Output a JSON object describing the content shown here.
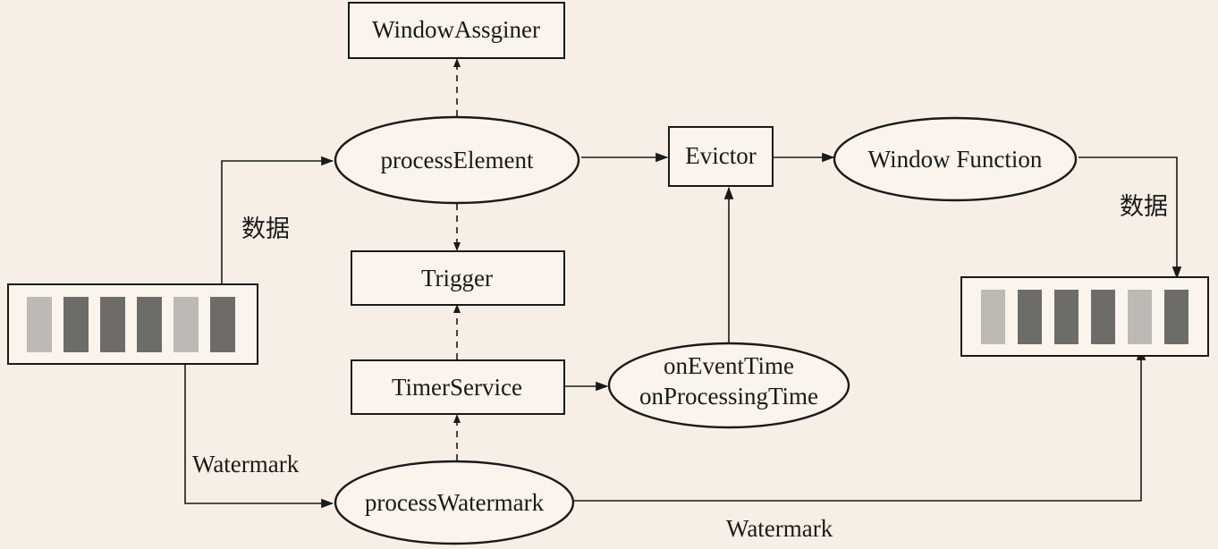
{
  "nodes": {
    "window_assigner": "WindowAssginer",
    "process_element": "processElement",
    "evictor": "Evictor",
    "window_function": "Window Function",
    "trigger": "Trigger",
    "timer_service": "TimerService",
    "on_event_time": "onEventTime",
    "on_processing_time": "onProcessingTime",
    "process_watermark": "processWatermark"
  },
  "edge_labels": {
    "data_in": "数据",
    "data_out": "数据",
    "watermark_in": "Watermark",
    "watermark_out": "Watermark"
  },
  "queue_colors": {
    "light": "#bdb9b4",
    "dark": "#6e6c69"
  },
  "input_queue": [
    "light",
    "dark",
    "dark",
    "dark",
    "light",
    "dark"
  ],
  "output_queue": [
    "light",
    "dark",
    "dark",
    "dark",
    "light",
    "dark"
  ]
}
